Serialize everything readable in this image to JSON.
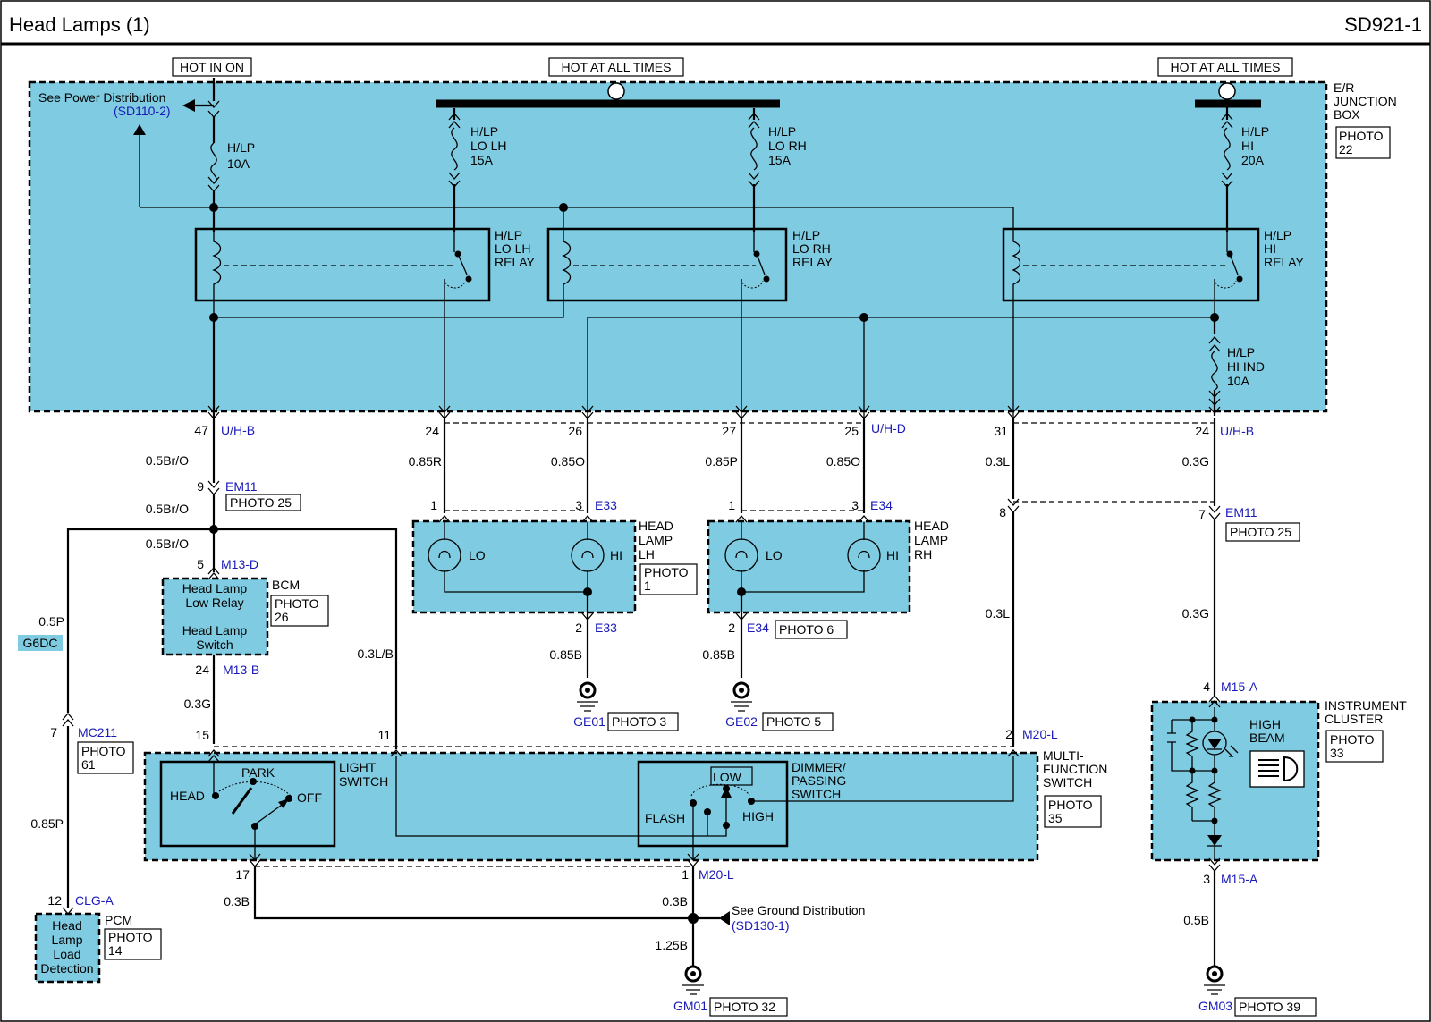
{
  "header": {
    "title": "Head Lamps (1)",
    "code": "SD921-1"
  },
  "power": {
    "hot_in_on": "HOT IN ON",
    "hot_at_all_times": "HOT AT ALL TIMES"
  },
  "junction_box": {
    "label": [
      "E/R",
      "JUNCTION",
      "BOX"
    ],
    "photo": [
      "PHOTO",
      "22"
    ]
  },
  "power_ref": {
    "text": "See Power Distribution",
    "ref": "(SD110-2)"
  },
  "ground_ref": {
    "text": "See Ground Distribution",
    "ref": "(SD130-1)"
  },
  "fuses": [
    {
      "lines": [
        "H/LP",
        "10A"
      ]
    },
    {
      "lines": [
        "H/LP",
        "LO LH",
        "15A"
      ]
    },
    {
      "lines": [
        "H/LP",
        "LO RH",
        "15A"
      ]
    },
    {
      "lines": [
        "H/LP",
        "HI",
        "20A"
      ]
    },
    {
      "lines": [
        "H/LP",
        "HI IND",
        "10A"
      ]
    }
  ],
  "relays": [
    {
      "lines": [
        "H/LP",
        "LO LH",
        "RELAY"
      ]
    },
    {
      "lines": [
        "H/LP",
        "LO RH",
        "RELAY"
      ]
    },
    {
      "lines": [
        "H/LP",
        "HI",
        "RELAY"
      ]
    }
  ],
  "pins": [
    "47",
    "24",
    "26",
    "27",
    "25",
    "31",
    "24",
    "9",
    "5",
    "24",
    "1",
    "3",
    "2",
    "1",
    "3",
    "2",
    "8",
    "7",
    "4",
    "3",
    "7",
    "15",
    "11",
    "2",
    "17",
    "1",
    "12"
  ],
  "connectors": [
    "U/H-B",
    "U/H-D",
    "U/H-B",
    "EM11",
    "EM11",
    "M13-D",
    "M13-B",
    "E33",
    "E33",
    "E34",
    "E34",
    "M15-A",
    "M15-A",
    "MC211",
    "M20-L",
    "M20-L",
    "CLG-A"
  ],
  "wires": [
    "0.5Br/O",
    "0.5Br/O",
    "0.5Br/O",
    "0.3G",
    "0.85R",
    "0.85O",
    "0.85P",
    "0.85O",
    "0.3L",
    "0.3L",
    "0.3G",
    "0.3G",
    "0.5B",
    "0.85B",
    "0.85B",
    "0.3L/B",
    "0.5P",
    "0.85P",
    "0.3B",
    "0.3B",
    "1.25B"
  ],
  "photos": [
    [
      "PHOTO 25"
    ],
    [
      "PHOTO 25"
    ],
    [
      "PHOTO",
      "26"
    ],
    [
      "PHOTO",
      "1"
    ],
    [
      "PHOTO 6"
    ],
    [
      "PHOTO 3"
    ],
    [
      "PHOTO 5"
    ],
    [
      "PHOTO",
      "61"
    ],
    [
      "PHOTO",
      "35"
    ],
    [
      "PHOTO",
      "33"
    ],
    [
      "PHOTO",
      "14"
    ],
    [
      "PHOTO 32"
    ],
    [
      "PHOTO 39"
    ]
  ],
  "grounds": [
    "GE01",
    "GE02",
    "GM01",
    "GM03"
  ],
  "head_lamp_lh": {
    "label": [
      "HEAD",
      "LAMP",
      "LH"
    ],
    "lo": "LO",
    "hi": "HI"
  },
  "head_lamp_rh": {
    "label": [
      "HEAD",
      "LAMP",
      "RH"
    ],
    "lo": "LO",
    "hi": "HI"
  },
  "bcm": {
    "label": "BCM",
    "inner": [
      "Head Lamp",
      "Low Relay",
      "Head Lamp",
      "Switch"
    ]
  },
  "pcm": {
    "label": "PCM",
    "inner": [
      "Head",
      "Lamp",
      "Load",
      "Detection"
    ]
  },
  "engine_tag": "G6DC",
  "light_switch": {
    "label": [
      "LIGHT",
      "SWITCH"
    ],
    "head": "HEAD",
    "park": "PARK",
    "off": "OFF"
  },
  "dimmer_switch": {
    "label": [
      "DIMMER/",
      "PASSING",
      "SWITCH"
    ],
    "low": "LOW",
    "flash": "FLASH",
    "high": "HIGH"
  },
  "multi_function": {
    "label": [
      "MULTI-",
      "FUNCTION",
      "SWITCH"
    ]
  },
  "cluster": {
    "label": [
      "INSTRUMENT",
      "CLUSTER"
    ],
    "high_beam": [
      "HIGH",
      "BEAM"
    ]
  },
  "colors": {
    "component_fill": "#7fcbe1",
    "connector_text": "#1a1ab8",
    "wire": "#000000"
  }
}
